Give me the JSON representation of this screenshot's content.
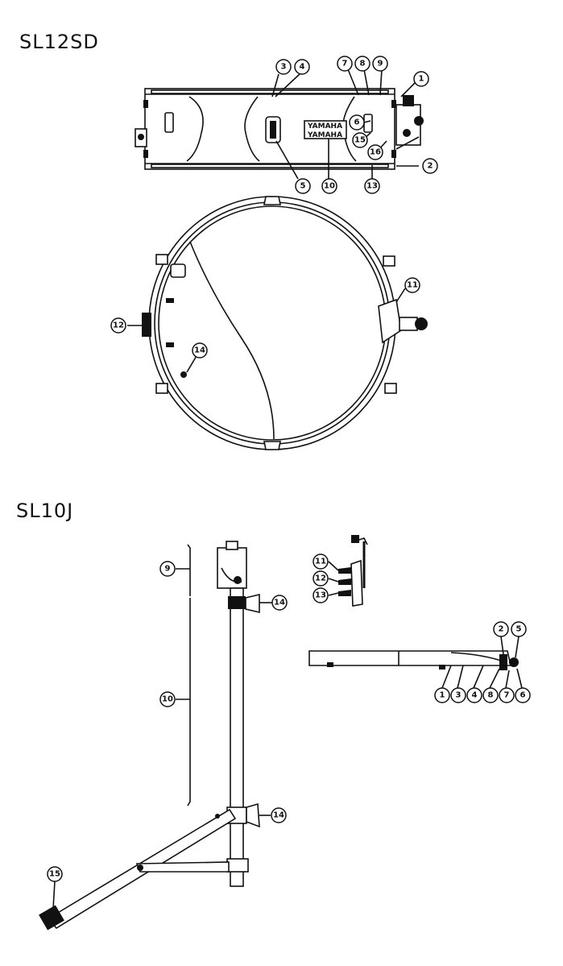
{
  "models": [
    {
      "name": "SL12SD"
    },
    {
      "name": "SL10J"
    }
  ],
  "snare": {
    "brand_text": "YAMAHA",
    "callouts": [
      "1",
      "2",
      "3",
      "4",
      "5",
      "6",
      "7",
      "8",
      "9",
      "10",
      "13",
      "15",
      "16"
    ]
  },
  "snare_top": {
    "callouts": [
      "11",
      "12",
      "14"
    ]
  },
  "stand": {
    "callouts": [
      "9",
      "10",
      "14",
      "14",
      "15"
    ]
  },
  "clamp": {
    "callouts": [
      "11",
      "12",
      "13"
    ]
  },
  "arm": {
    "callouts": [
      "2",
      "5",
      "1",
      "3",
      "4",
      "8",
      "7",
      "6"
    ]
  }
}
